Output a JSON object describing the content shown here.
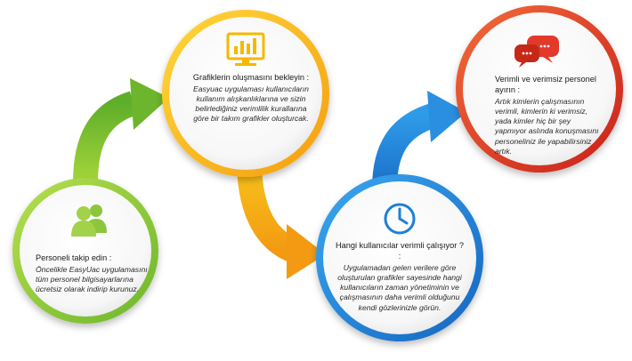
{
  "steps": [
    {
      "title": "Personeli takip edin :",
      "desc": "Öncelikle EasyUac uygulamasını tüm personel bilgisayarlarına ücretsiz olarak indirip kurunuz.",
      "icon": "users-icon",
      "color": "#8cc63f"
    },
    {
      "title": "Grafiklerin oluşmasını bekleyin :",
      "desc": "Easyuac uygulaması kullanıcıların kullanım alışkanlıklarına ve sizin belirlediğiniz verimlilik kurallarına göre bir takım grafikler oluşturcak.",
      "icon": "chart-monitor-icon",
      "color": "#f5b800"
    },
    {
      "title": "Hangi kullanıcılar verimli çalışıyor ? :",
      "desc": "Uygulamadan gelen verilere göre oluşturulan grafikler sayesinde hangi kullanıcıların zaman yönetiminin ve çalışmasının daha verimli olduğunu kendi gözlerinizle görün.",
      "icon": "clock-icon",
      "color": "#1d7fd6"
    },
    {
      "title": "Verimli ve verimsiz personel ayırın :",
      "desc": "Artık kimlerin çalışmasının verimli, kimlerin ki verimsiz, yada kimler hiç bir şey yapmıyor aslında konuşmasını personeliniz ile yapabilirsiniz artık.",
      "icon": "chat-bubbles-icon",
      "color": "#e2392a"
    }
  ]
}
